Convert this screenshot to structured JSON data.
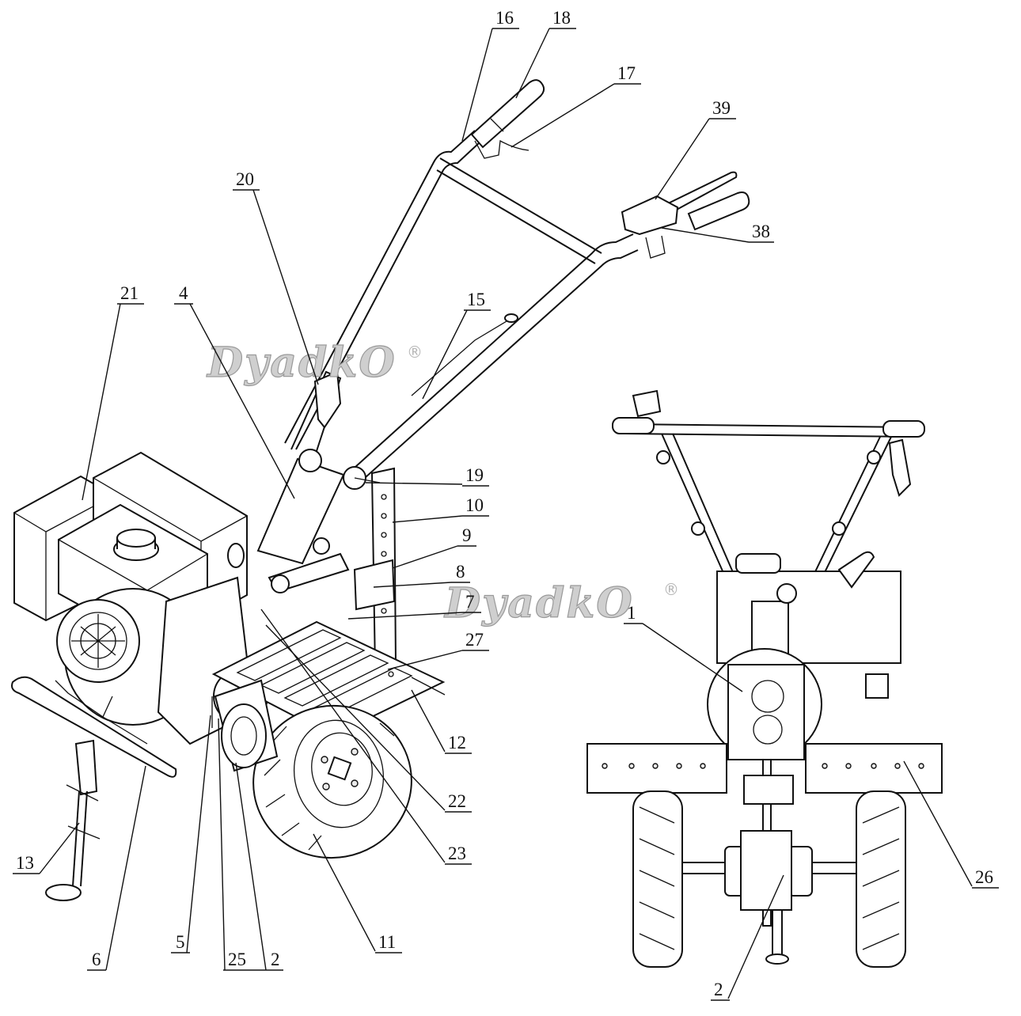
{
  "watermark": {
    "brand_text": "DyadkO",
    "registered_mark": "®"
  },
  "side_view": {
    "callouts": [
      {
        "id": "16",
        "text": "16"
      },
      {
        "id": "18",
        "text": "18"
      },
      {
        "id": "17",
        "text": "17"
      },
      {
        "id": "39",
        "text": "39"
      },
      {
        "id": "38",
        "text": "38"
      },
      {
        "id": "20",
        "text": "20"
      },
      {
        "id": "21",
        "text": "21"
      },
      {
        "id": "4",
        "text": "4"
      },
      {
        "id": "15",
        "text": "15"
      },
      {
        "id": "19",
        "text": "19"
      },
      {
        "id": "10",
        "text": "10"
      },
      {
        "id": "9",
        "text": "9"
      },
      {
        "id": "8",
        "text": "8"
      },
      {
        "id": "7",
        "text": "7"
      },
      {
        "id": "27",
        "text": "27"
      },
      {
        "id": "12",
        "text": "12"
      },
      {
        "id": "22",
        "text": "22"
      },
      {
        "id": "23",
        "text": "23"
      },
      {
        "id": "11",
        "text": "11"
      },
      {
        "id": "13",
        "text": "13"
      },
      {
        "id": "5",
        "text": "5"
      },
      {
        "id": "25",
        "text": "25"
      },
      {
        "id": "2",
        "text": "2"
      },
      {
        "id": "6",
        "text": "6"
      }
    ]
  },
  "front_view": {
    "callouts": [
      {
        "id": "1",
        "text": "1"
      },
      {
        "id": "26",
        "text": "26"
      },
      {
        "id": "2b",
        "text": "2"
      }
    ]
  }
}
